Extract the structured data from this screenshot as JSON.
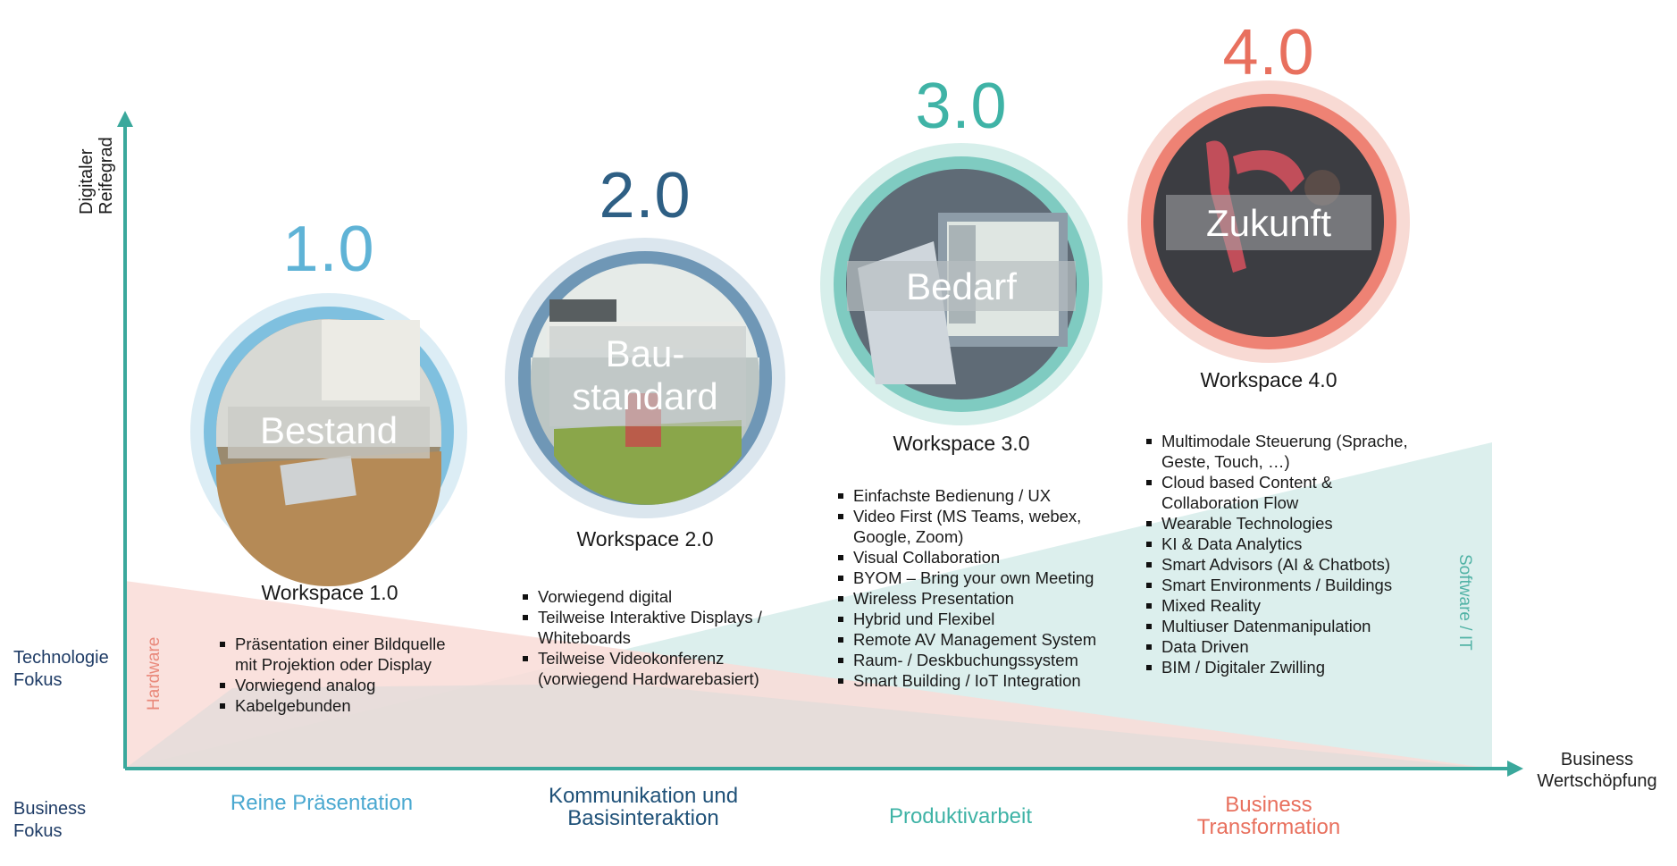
{
  "axis": {
    "y_label": "Digitaler Reifegrad",
    "x_label_line1": "Business",
    "x_label_line2": "Wertschöpfung"
  },
  "rows": {
    "technologie_fokus": "Technologie Fokus",
    "business_fokus": "Business Fokus"
  },
  "triangles": {
    "hardware": "Hardware",
    "software": "Software / IT"
  },
  "stages": [
    {
      "version": "1.0",
      "circle_label": "Bestand",
      "title": "Workspace 1.0",
      "color": "#5fb3d6",
      "bullets": [
        "Präsentation einer Bildquelle mit Projektion oder Display",
        "Vorwiegend analog",
        "Kabelgebunden"
      ],
      "focus": "Reine Präsentation"
    },
    {
      "version": "2.0",
      "circle_label": "Bau-standard",
      "title": "Workspace 2.0",
      "color": "#2e5f84",
      "bullets": [
        "Vorwiegend digital",
        "Teilweise Interaktive Displays / Whiteboards",
        "Teilweise Videokonferenz (vorwiegend Hardwarebasiert)"
      ],
      "focus": "Kommunikation und Basisinteraktion"
    },
    {
      "version": "3.0",
      "circle_label": "Bedarf",
      "title": "Workspace 3.0",
      "color": "#3fb3a6",
      "bullets": [
        "Einfachste Bedienung / UX",
        "Video First (MS Teams, webex, Google, Zoom)",
        "Visual Collaboration",
        "BYOM – Bring your own Meeting",
        "Wireless Presentation",
        "Hybrid und Flexibel",
        "Remote AV Management System",
        "Raum- / Deskbuchungssystem",
        "Smart Building / IoT Integration"
      ],
      "focus": "Produktivarbeit"
    },
    {
      "version": "4.0",
      "circle_label": "Zukunft",
      "title": "Workspace 4.0",
      "color": "#e8705e",
      "bullets": [
        "Multimodale Steuerung (Sprache, Geste, Touch, …)",
        "Cloud based Content & Collaboration Flow",
        "Wearable Technologies",
        "KI & Data Analytics",
        "Smart Advisors (AI & Chatbots)",
        "Smart Environments / Buildings",
        "Mixed Reality",
        "Multiuser Datenmanipulation",
        "Data Driven",
        "BIM / Digitaler Zwilling"
      ],
      "focus": "Business Transformation"
    }
  ]
}
